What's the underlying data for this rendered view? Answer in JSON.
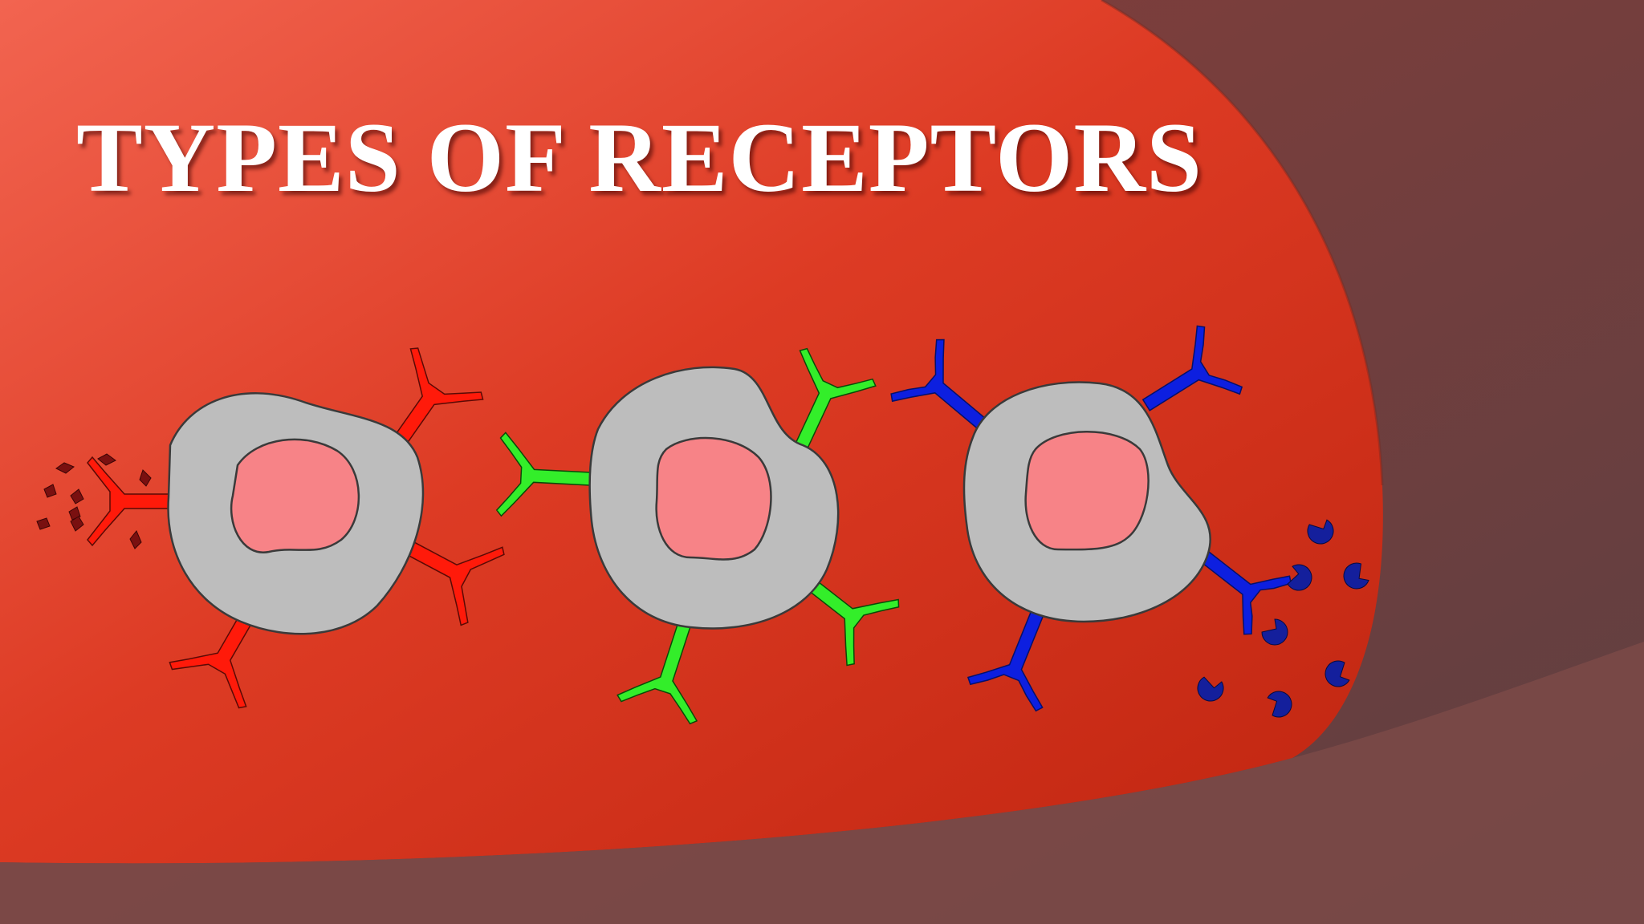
{
  "slide": {
    "title": "TYPES OF RECEPTORS"
  },
  "colors": {
    "background_red": "#d7351f",
    "background_dark": "#6a4345",
    "cell_body": "#bdbdbd",
    "nucleus": "#f78387",
    "receptor_red": "#ff1a0a",
    "receptor_green": "#33ee2a",
    "receptor_blue": "#0d1fe0",
    "ligand_red": "#7a1010",
    "ligand_blue": "#141f9c"
  },
  "diagram": {
    "cells": [
      {
        "name": "cell-red-receptors",
        "receptor_color": "receptor_red",
        "receptor_count": 4,
        "ligand_shape": "diamond"
      },
      {
        "name": "cell-green-receptors",
        "receptor_color": "receptor_green",
        "receptor_count": 4,
        "ligand_shape": "none"
      },
      {
        "name": "cell-blue-receptors",
        "receptor_color": "receptor_blue",
        "receptor_count": 4,
        "ligand_shape": "notched-circle"
      }
    ]
  }
}
